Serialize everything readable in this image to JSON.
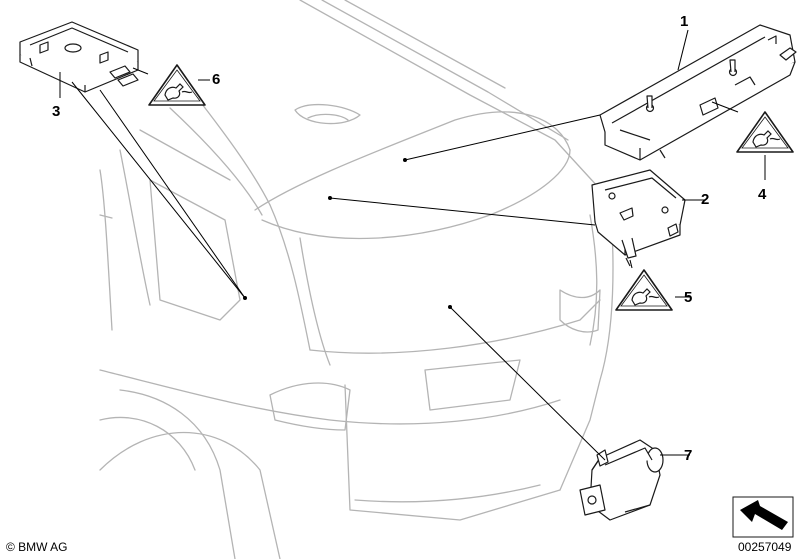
{
  "callouts": [
    {
      "id": "1",
      "label": "1"
    },
    {
      "id": "2",
      "label": "2"
    },
    {
      "id": "3",
      "label": "3"
    },
    {
      "id": "4",
      "label": "4"
    },
    {
      "id": "5",
      "label": "5"
    },
    {
      "id": "6",
      "label": "6"
    },
    {
      "id": "7",
      "label": "7"
    }
  ],
  "footer": {
    "copyright": "© BMW AG",
    "diagram_number": "00257049"
  },
  "colors": {
    "outline": "#1a1a1a",
    "car_line": "#b4b4b4",
    "pointer": "#000000",
    "background": "#ffffff"
  },
  "icons": [
    "antenna-module-icon",
    "diversity-module-icon",
    "esd-warning-triangle-icon",
    "sensor-module-icon",
    "orientation-arrow-icon"
  ]
}
